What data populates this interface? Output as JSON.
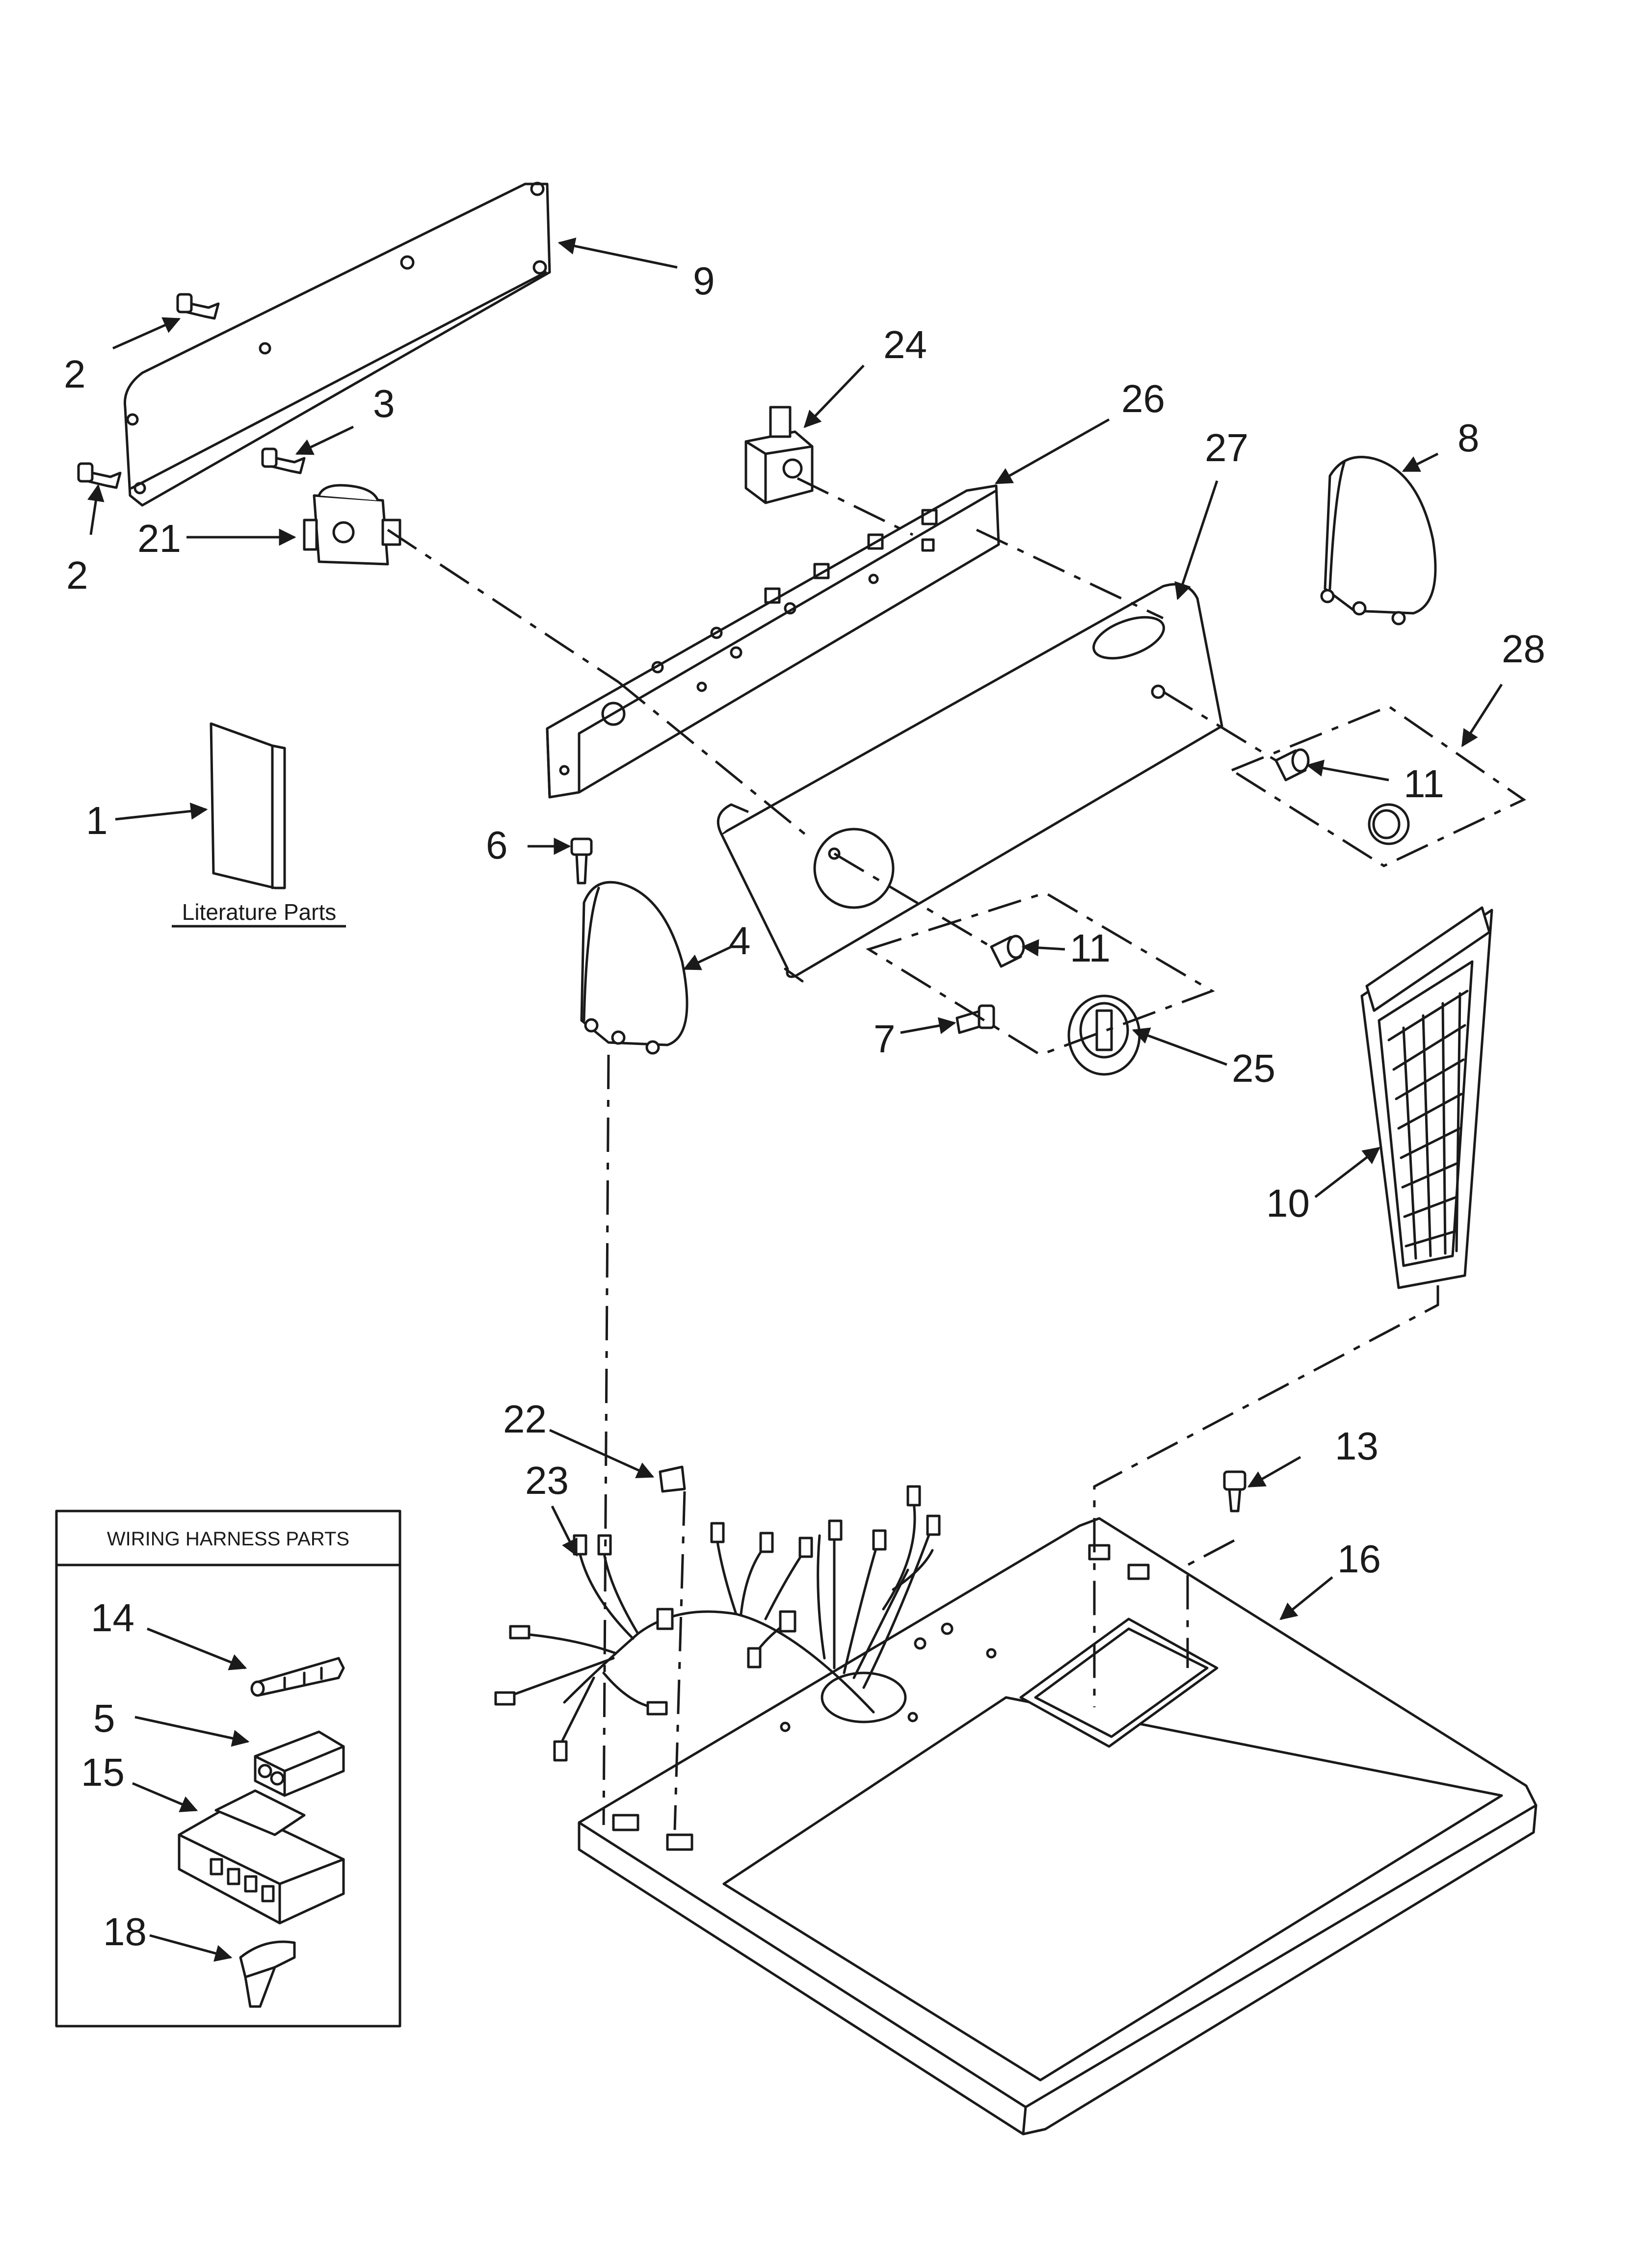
{
  "callouts": [
    "1",
    "2",
    "2",
    "3",
    "4",
    "5",
    "6",
    "7",
    "8",
    "9",
    "10",
    "11",
    "11",
    "13",
    "14",
    "15",
    "16",
    "18",
    "21",
    "22",
    "23",
    "24",
    "25",
    "26",
    "27",
    "28"
  ],
  "literature_label": "Literature Parts",
  "wiring_box_title": "WIRING HARNESS PARTS",
  "colors": {
    "ink": "#1a1a1a",
    "paper": "#ffffff"
  }
}
